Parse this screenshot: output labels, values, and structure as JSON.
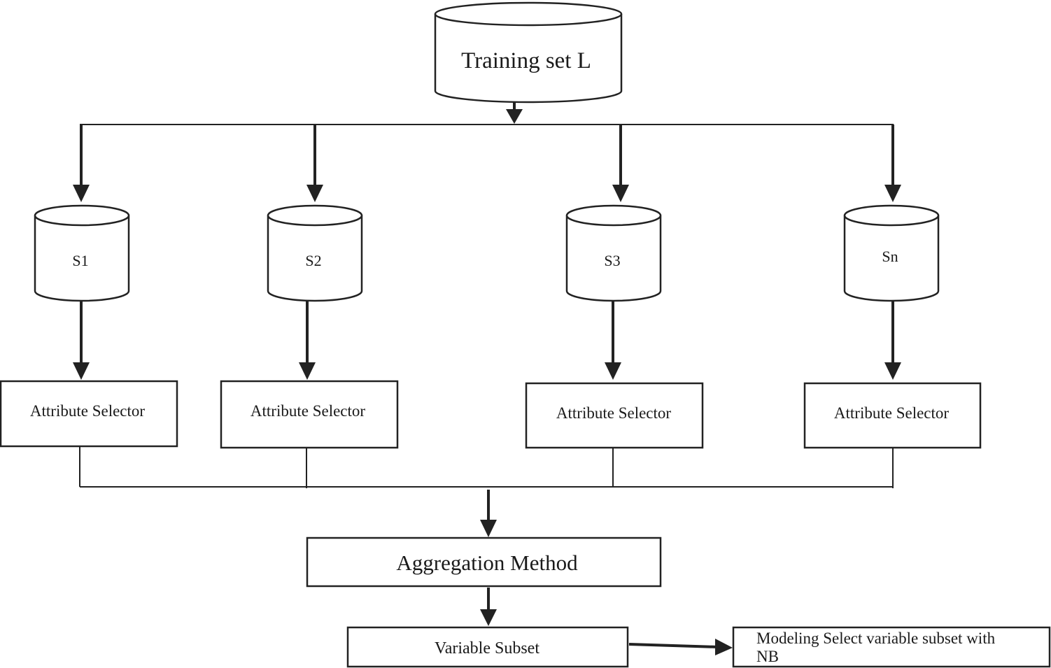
{
  "training_set": {
    "label": "Training set L"
  },
  "subsets": [
    {
      "label": "S1"
    },
    {
      "label": "S2"
    },
    {
      "label": "S3"
    },
    {
      "label": "Sn"
    }
  ],
  "selectors": [
    {
      "label": "Attribute Selector"
    },
    {
      "label": "Attribute Selector"
    },
    {
      "label": "Attribute Selector"
    },
    {
      "label": "Attribute Selector"
    }
  ],
  "aggregation": {
    "label": "Aggregation Method"
  },
  "variable_subset": {
    "label": "Variable Subset"
  },
  "modeling": {
    "line1": "Modeling Select variable subset with",
    "line2": "NB"
  }
}
